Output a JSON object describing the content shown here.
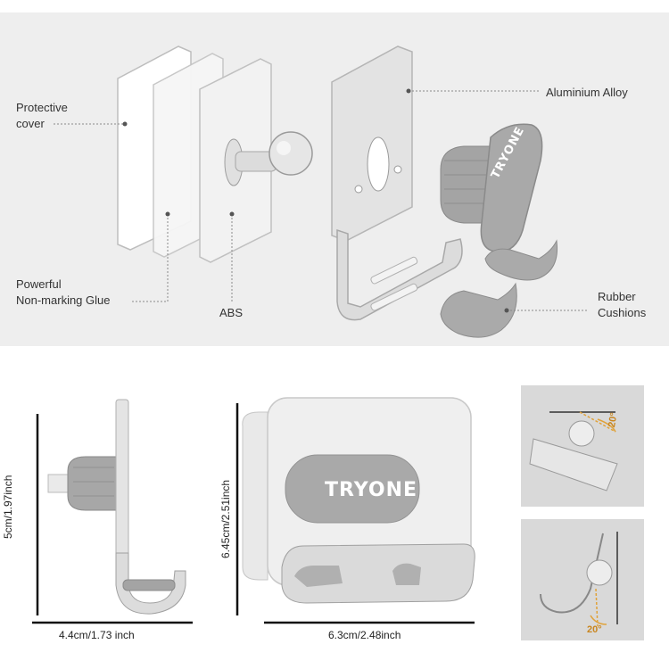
{
  "labels": {
    "protective_cover_l1": "Protective",
    "protective_cover_l2": "cover",
    "glue_l1": "Powerful",
    "glue_l2": "Non-marking Glue",
    "abs": "ABS",
    "aluminium": "Aluminium Alloy",
    "rubber_l1": "Rubber",
    "rubber_l2": "Cushions"
  },
  "brand": {
    "small": "TRYONE",
    "large": "TRYONE"
  },
  "dimensions": {
    "side_height": "5cm/1.97inch",
    "side_width": "4.4cm/1.73 inch",
    "front_height": "6.45cm/2.51inch",
    "front_width": "6.3cm/2.48inch",
    "angle_top": "20°",
    "angle_bottom": "20°"
  },
  "colors": {
    "top_panel": "#eeeeee",
    "side_panel": "#d9d9d9",
    "metal": "#c8c8c8",
    "rubber": "#a9a9a9"
  }
}
